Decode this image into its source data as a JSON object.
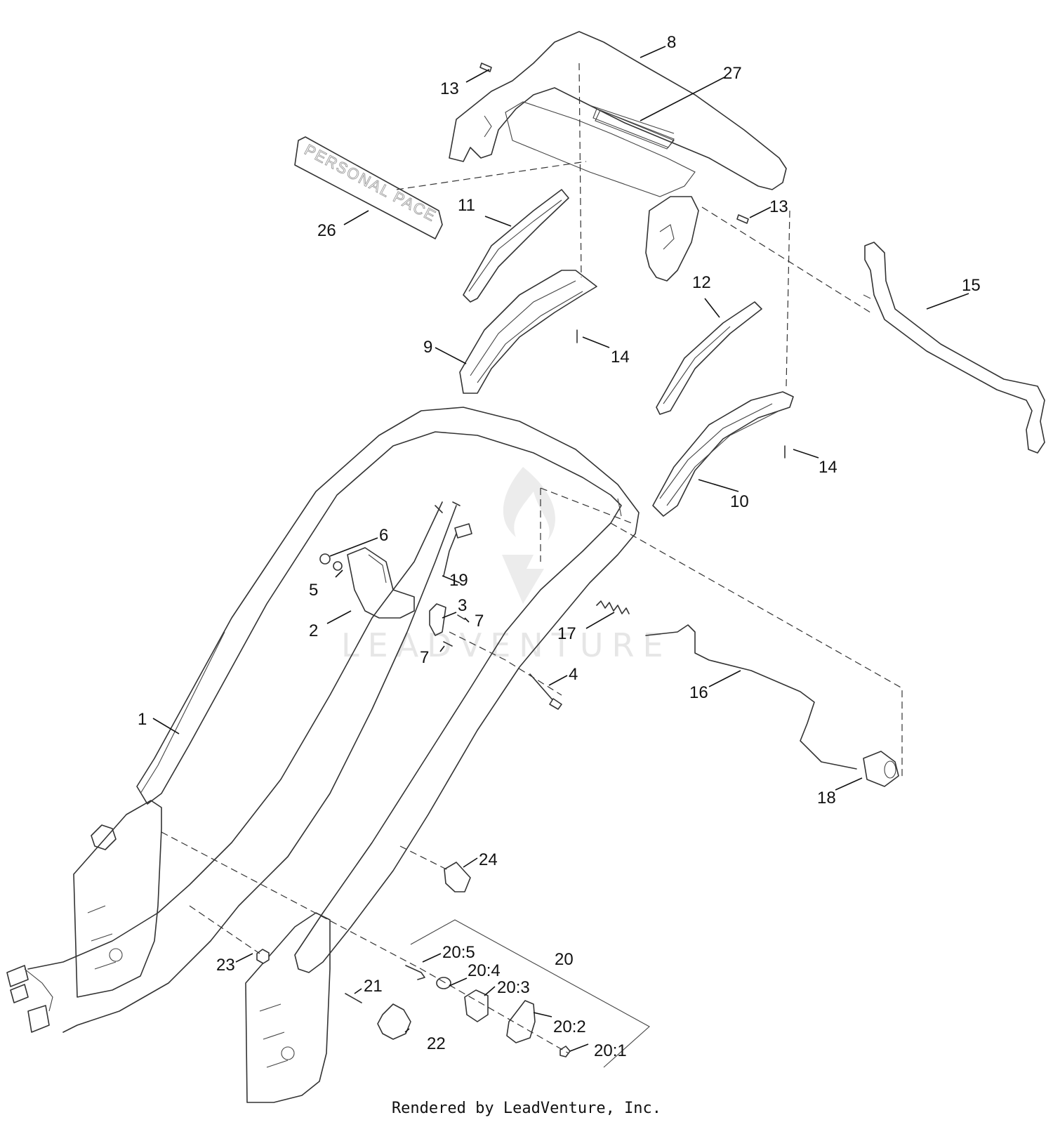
{
  "callouts": [
    {
      "id": "c1",
      "text": "1"
    },
    {
      "id": "c2",
      "text": "2"
    },
    {
      "id": "c3",
      "text": "3"
    },
    {
      "id": "c4",
      "text": "4"
    },
    {
      "id": "c5",
      "text": "5"
    },
    {
      "id": "c6",
      "text": "6"
    },
    {
      "id": "c7a",
      "text": "7"
    },
    {
      "id": "c7b",
      "text": "7"
    },
    {
      "id": "c8",
      "text": "8"
    },
    {
      "id": "c9",
      "text": "9"
    },
    {
      "id": "c10",
      "text": "10"
    },
    {
      "id": "c11",
      "text": "11"
    },
    {
      "id": "c12",
      "text": "12"
    },
    {
      "id": "c13a",
      "text": "13"
    },
    {
      "id": "c13b",
      "text": "13"
    },
    {
      "id": "c14a",
      "text": "14"
    },
    {
      "id": "c14b",
      "text": "14"
    },
    {
      "id": "c15",
      "text": "15"
    },
    {
      "id": "c16",
      "text": "16"
    },
    {
      "id": "c17",
      "text": "17"
    },
    {
      "id": "c18",
      "text": "18"
    },
    {
      "id": "c19",
      "text": "19"
    },
    {
      "id": "c20",
      "text": "20"
    },
    {
      "id": "c20-1",
      "text": "20:1"
    },
    {
      "id": "c20-2",
      "text": "20:2"
    },
    {
      "id": "c20-3",
      "text": "20:3"
    },
    {
      "id": "c20-4",
      "text": "20:4"
    },
    {
      "id": "c20-5",
      "text": "20:5"
    },
    {
      "id": "c21",
      "text": "21"
    },
    {
      "id": "c22",
      "text": "22"
    },
    {
      "id": "c23",
      "text": "23"
    },
    {
      "id": "c24",
      "text": "24"
    },
    {
      "id": "c26",
      "text": "26"
    },
    {
      "id": "c27",
      "text": "27"
    }
  ],
  "decal": {
    "main_text": "PERSONAL PACE",
    "sub_text": ""
  },
  "watermark": "LEADVENTURE",
  "footer": "Rendered by LeadVenture, Inc.",
  "colors": {
    "line": "#333333",
    "text": "#111111",
    "watermark": "#e6e6e6",
    "background": "#ffffff"
  }
}
